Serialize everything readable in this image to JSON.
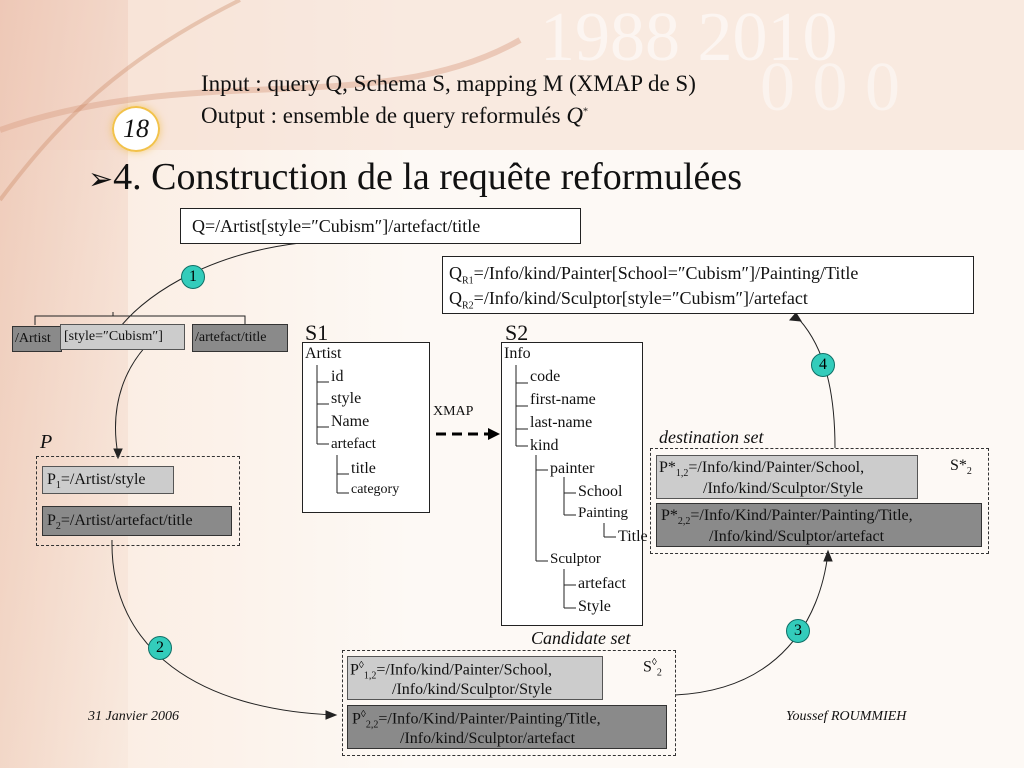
{
  "slide": {
    "number": "18",
    "input_line": "Input : query Q, Schema S, mapping M (XMAP de S)",
    "output_line": "Output : ensemble de query reformulés",
    "output_symbol": "Q",
    "output_star": "*",
    "bullet": "➢",
    "title": "4. Construction de la requête reformulées",
    "date": "31 Janvier 2006",
    "author": "Youssef ROUMMIEH"
  },
  "query": "Q=/Artist[style=″Cubism″]/artefact/title",
  "query_parts": [
    "/Artist",
    "[style=″Cubism″]",
    "/artefact/title"
  ],
  "reformulated": {
    "r1_q": "Q",
    "r1_sub": "R1",
    "r1_text": "=/Info/kind/Painter[School=″Cubism″]/Painting/Title",
    "r2_q": "Q",
    "r2_sub": "R2",
    "r2_text": "=/Info/kind/Sculptor[style=″Cubism″]/artefact"
  },
  "steps": [
    "1",
    "2",
    "3",
    "4"
  ],
  "schema1": {
    "label": "S1",
    "items": [
      "Artist",
      "id",
      "style",
      "Name",
      "artefact",
      "title",
      "category"
    ]
  },
  "schema2": {
    "label": "S2",
    "items": [
      "Info",
      "code",
      "first-name",
      "last-name",
      "kind",
      "painter",
      "School",
      "Painting",
      "Title",
      "Sculptor",
      "artefact",
      "Style"
    ]
  },
  "xmap_label": "XMAP",
  "paths": {
    "label": "P",
    "p1_prefix": "P",
    "p1_sub": "1",
    "p1_text": "=/Artist/style",
    "p2_prefix": "P",
    "p2_sub": "2",
    "p2_text": "=/Artist/artefact/title"
  },
  "destination": {
    "label": "destination set",
    "s_label": "S*",
    "s_sub": "2",
    "a_prefix": "P*",
    "a_sub": "1,2",
    "a_line1": "=/Info/kind/Painter/School,",
    "a_line2": "/Info/kind/Sculptor/Style",
    "b_prefix": "P*",
    "b_sub": "2,2",
    "b_line1": "=/Info/Kind/Painter/Painting/Title,",
    "b_line2": "/Info/kind/Sculptor/artefact"
  },
  "candidate": {
    "label": "Candidate set",
    "s_label": "S",
    "s_sup": "◊",
    "s_sub": "2",
    "a_prefix": "P",
    "a_sup": "◊",
    "a_sub": "1,2",
    "a_line1": "=/Info/kind/Painter/School,",
    "a_line2": "/Info/kind/Sculptor/Style",
    "b_prefix": "P",
    "b_sup": "◊",
    "b_sub": "2,2",
    "b_line1": "=/Info/Kind/Painter/Painting/Title,",
    "b_line2": "/Info/kind/Sculptor/artefact"
  },
  "colors": {
    "step_circle": "#33ccbb",
    "grey_box": "#cccccc",
    "dark_box": "#8a8a8a",
    "accent": "#f2c24b"
  }
}
